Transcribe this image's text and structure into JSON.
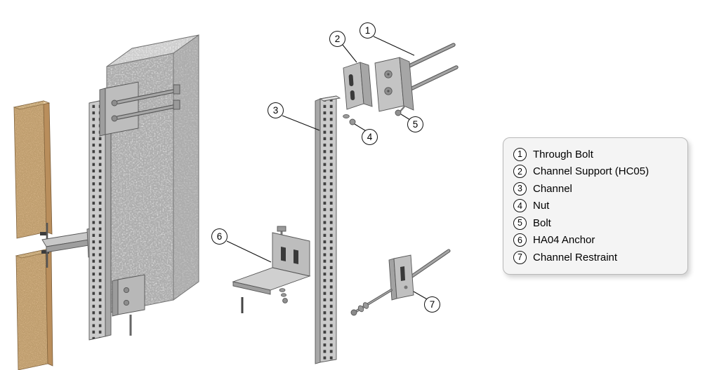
{
  "legend": {
    "items": [
      {
        "num": "1",
        "label": "Through Bolt"
      },
      {
        "num": "2",
        "label": "Channel Support (HC05)"
      },
      {
        "num": "3",
        "label": "Channel"
      },
      {
        "num": "4",
        "label": "Nut"
      },
      {
        "num": "5",
        "label": "Bolt"
      },
      {
        "num": "6",
        "label": "HA04 Anchor"
      },
      {
        "num": "7",
        "label": "Channel Restraint"
      }
    ]
  },
  "colors": {
    "background": "#ffffff",
    "legend_fill": "#f4f4f4",
    "legend_border": "#b9b9b9",
    "callout_fill": "#ffffff",
    "callout_border": "#111111",
    "concrete_gray": "#d9d9d9",
    "stone_tan": "#dcba8e",
    "steel_gray": "#c4c4c4"
  }
}
